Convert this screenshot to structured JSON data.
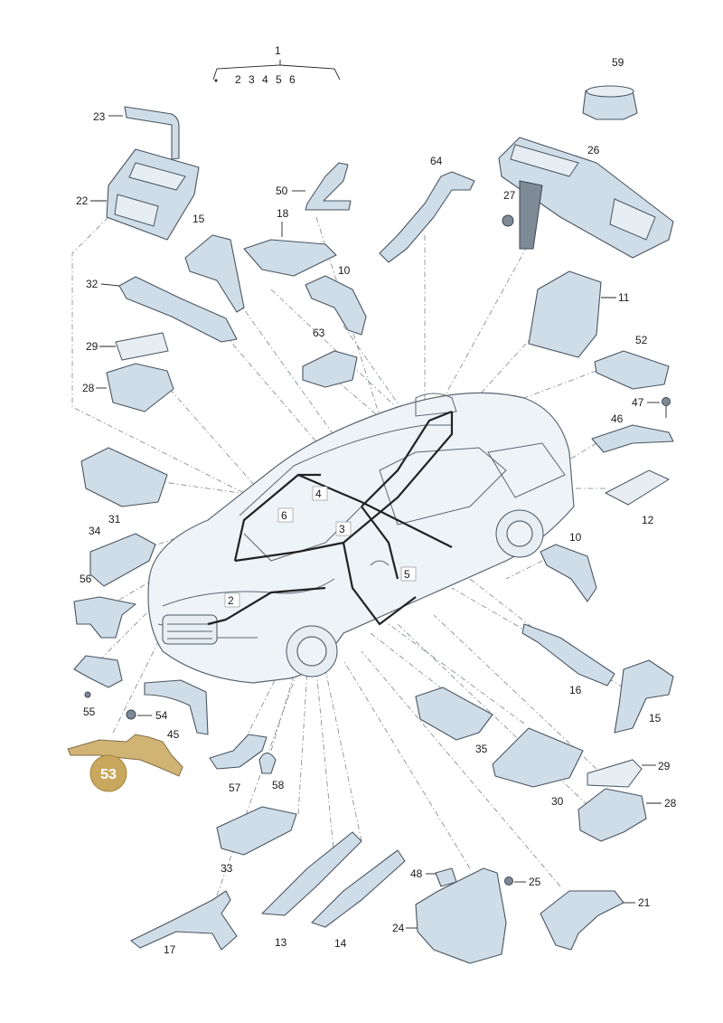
{
  "diagram": {
    "top_callout": {
      "main": "1",
      "subs": [
        "2",
        "3",
        "4",
        "5",
        "6"
      ]
    },
    "highlighted": {
      "label": "53",
      "color": "#c9a85e",
      "text_color": "#ffffff"
    },
    "callouts": {
      "n2": "2",
      "n3": "3",
      "n4": "4",
      "n5": "5",
      "n6": "6",
      "n10a": "10",
      "n10b": "10",
      "n11": "11",
      "n12": "12",
      "n13": "13",
      "n14": "14",
      "n15a": "15",
      "n15b": "15",
      "n16": "16",
      "n17": "17",
      "n18": "18",
      "n21": "21",
      "n22": "22",
      "n23": "23",
      "n24": "24",
      "n25": "25",
      "n26": "26",
      "n27": "27",
      "n28a": "28",
      "n28b": "28",
      "n29a": "29",
      "n29b": "29",
      "n30": "30",
      "n31": "31",
      "n32": "32",
      "n33": "33",
      "n34": "34",
      "n35": "35",
      "n45": "45",
      "n46": "46",
      "n47": "47",
      "n48": "48",
      "n50": "50",
      "n52": "52",
      "n54": "54",
      "n55": "55",
      "n56": "56",
      "n57": "57",
      "n58": "58",
      "n59": "59",
      "n63": "63",
      "n64": "64"
    }
  }
}
